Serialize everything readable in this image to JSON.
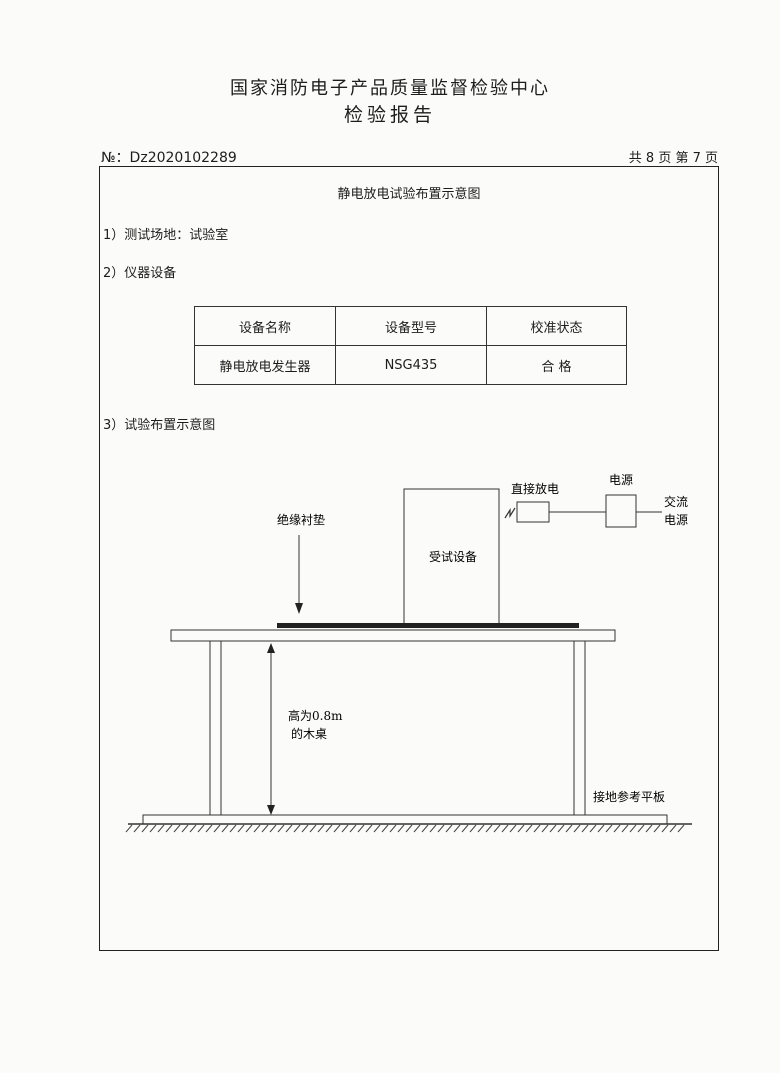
{
  "header": {
    "org_title": "国家消防电子产品质量监督检验中心",
    "doc_title": "检验报告",
    "report_no": "№：Dz2020102289",
    "page_info": "共 8 页  第 7 页"
  },
  "section_title": "静电放电试验布置示意图",
  "items": {
    "site": "1）测试场地：试验室",
    "equipment_heading": "2）仪器设备",
    "diagram_heading": "3）试验布置示意图"
  },
  "equipment_table": {
    "headers": [
      "设备名称",
      "设备型号",
      "校准状态"
    ],
    "rows": [
      [
        "静电放电发生器",
        "NSG435",
        "合 格"
      ]
    ]
  },
  "diagram": {
    "insulating_pad": "绝缘衬垫",
    "eut": "受试设备",
    "direct_discharge": "直接放电",
    "power_supply": "电源",
    "ac_power_line1": "交流",
    "ac_power_line2": "电源",
    "table_desc_line1": "高为0.8m",
    "table_desc_line2": "的木桌",
    "ground_plane": "接地参考平板"
  }
}
